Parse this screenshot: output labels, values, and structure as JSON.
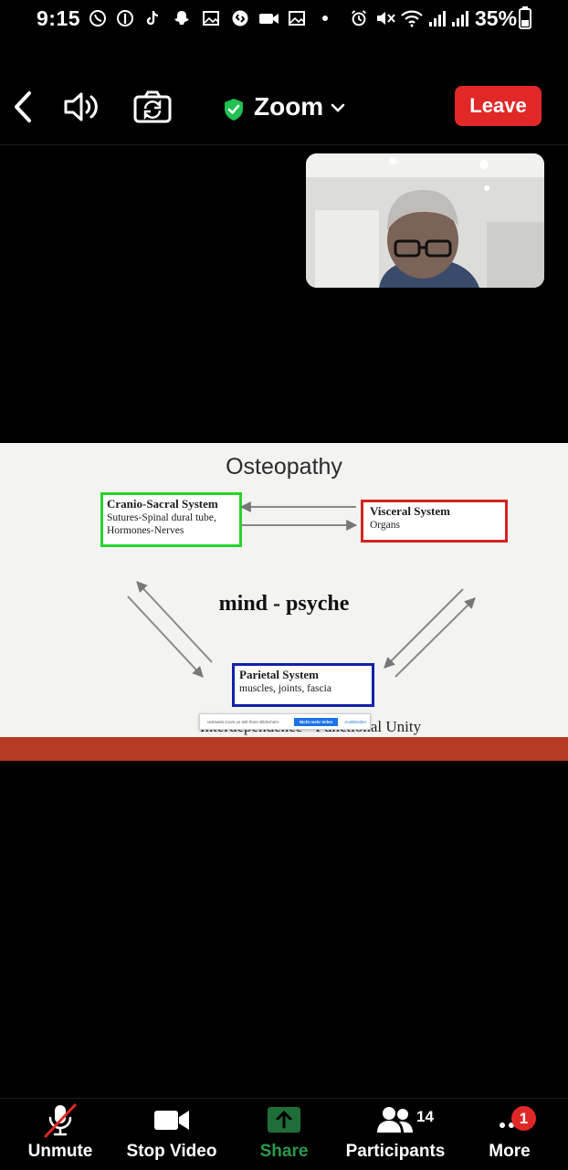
{
  "status_bar": {
    "time": "9:15",
    "battery_percent": "35%"
  },
  "top_bar": {
    "title": "Zoom",
    "leave_label": "Leave",
    "accent_green": "#20c153",
    "leave_color": "#e02828"
  },
  "slide": {
    "title": "Osteopathy",
    "center_text": "mind - psyche",
    "cranio": {
      "title": "Cranio-Sacral System",
      "line1": "Sutures-Spinal dural tube,",
      "line2": "Hormones-Nerves",
      "border_color": "#27d42a"
    },
    "visceral": {
      "title": "Visceral System",
      "line1": "Organs",
      "border_color": "#d52222"
    },
    "parietal": {
      "title": "Parietal System",
      "line1": "muscles, joints, fascia",
      "border_color": "#1420a8"
    },
    "footer_text": "Interdependence - Functional Unity",
    "share_notice": {
      "text": "us04web.zoom.us teilt Ihren Bildschirm.",
      "stop_label": "Nicht mehr teilen",
      "hide_label": "Ausblenden"
    }
  },
  "bottom_bar": {
    "unmute": "Unmute",
    "stop_video": "Stop Video",
    "share": "Share",
    "participants": "Participants",
    "participants_count": "14",
    "more": "More",
    "more_badge": "1"
  },
  "icons": {
    "back": "chevron-left-icon",
    "speaker": "speaker-icon",
    "camera_switch": "camera-switch-icon",
    "shield": "shield-check-icon",
    "mic_muted": "mic-muted-icon",
    "video": "video-camera-icon",
    "share": "share-arrow-icon",
    "participants": "people-icon",
    "more": "more-dots-icon"
  }
}
